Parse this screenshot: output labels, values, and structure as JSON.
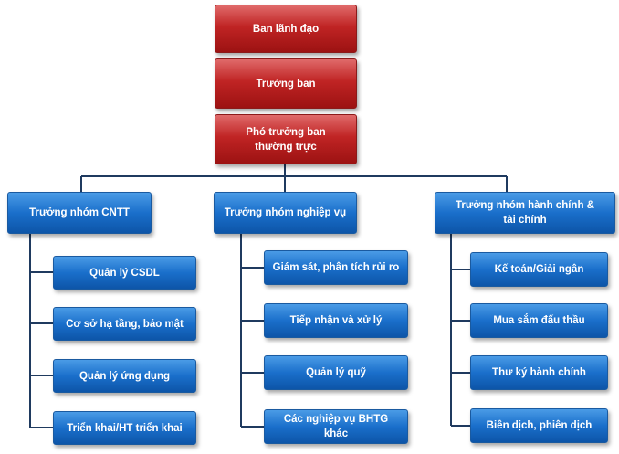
{
  "leadership": {
    "board": "Ban lãnh đạo",
    "head": "Trưởng ban",
    "deputy": "Phó trưởng ban thường trực"
  },
  "groups": [
    {
      "title": "Trưởng nhóm CNTT",
      "items": [
        "Quản lý CSDL",
        "Cơ sở hạ tầng, bảo mật",
        "Quản lý ứng dụng",
        "Triển khai/HT triển khai"
      ]
    },
    {
      "title": "Trưởng nhóm nghiệp vụ",
      "items": [
        "Giám sát, phân tích rủi ro",
        "Tiếp nhận và xử lý",
        "Quản lý quỹ",
        "Các nghiệp vụ BHTG khác"
      ]
    },
    {
      "title": "Trưởng nhóm hành chính & tài chính",
      "items": [
        "Kế toán/Giải ngân",
        "Mua sắm đấu thầu",
        "Thư ký hành chính",
        "Biên dịch, phiên dịch"
      ]
    }
  ],
  "colors": {
    "leader": "#c02424",
    "unit": "#1a6fcb",
    "connector": "#1f3a5f"
  }
}
